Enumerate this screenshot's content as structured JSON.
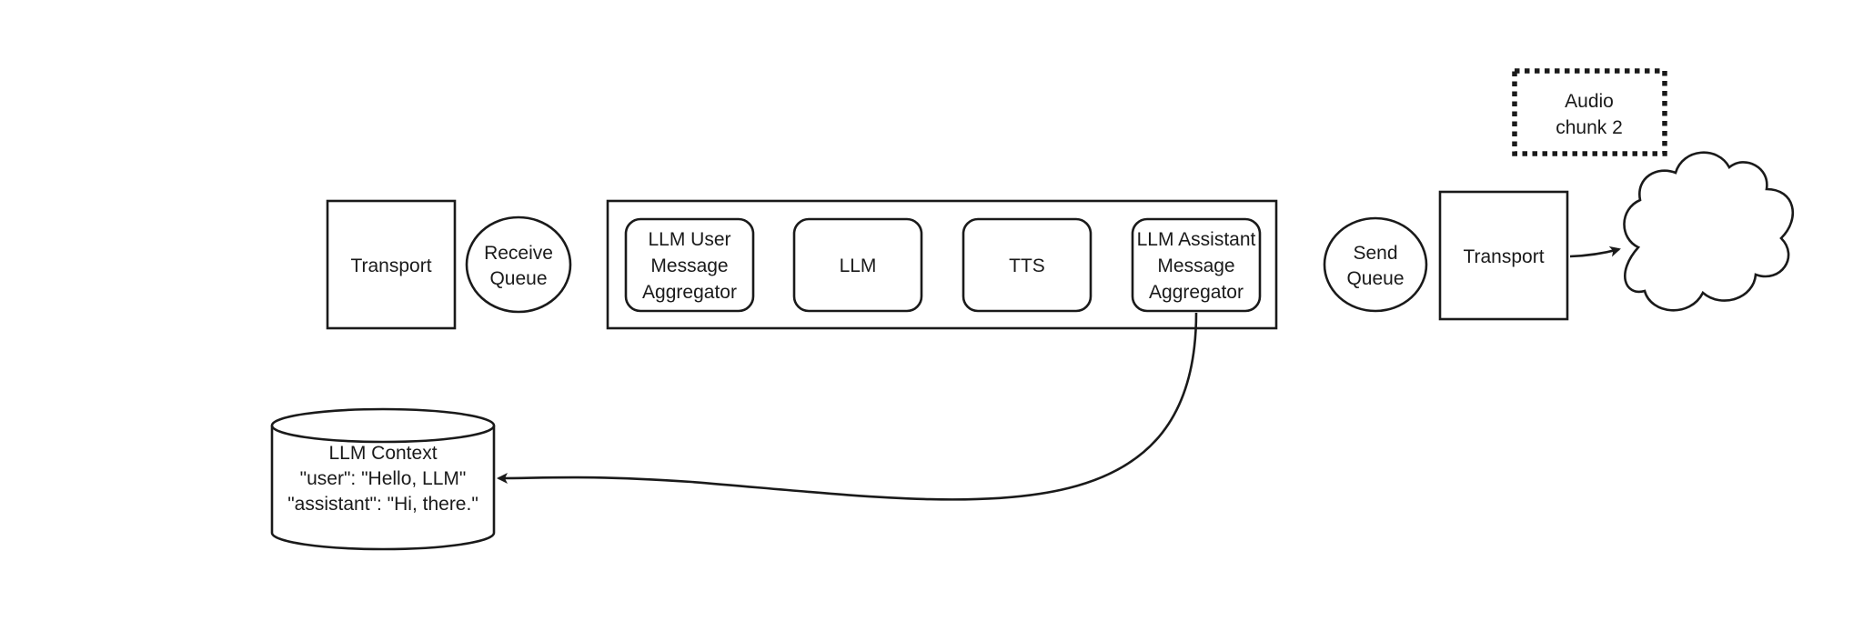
{
  "nodes": {
    "transport_in": {
      "label": "Transport"
    },
    "receive_queue": {
      "line1": "Receive",
      "line2": "Queue"
    },
    "pipeline": {
      "user_aggregator": {
        "line1": "LLM User",
        "line2": "Message",
        "line3": "Aggregator"
      },
      "llm": {
        "label": "LLM"
      },
      "tts": {
        "label": "TTS"
      },
      "assistant_aggregator": {
        "line1": "LLM Assistant",
        "line2": "Message",
        "line3": "Aggregator"
      }
    },
    "send_queue": {
      "line1": "Send",
      "line2": "Queue"
    },
    "transport_out": {
      "label": "Transport"
    },
    "audio_chunk": {
      "line1": "Audio",
      "line2": "chunk 2"
    },
    "llm_context": {
      "title": "LLM Context",
      "line_user": "\"user\": \"Hello, LLM\"",
      "line_assistant": "\"assistant\": \"Hi, there.\""
    }
  },
  "colors": {
    "stroke": "#1a1a1a",
    "background": "#ffffff"
  }
}
